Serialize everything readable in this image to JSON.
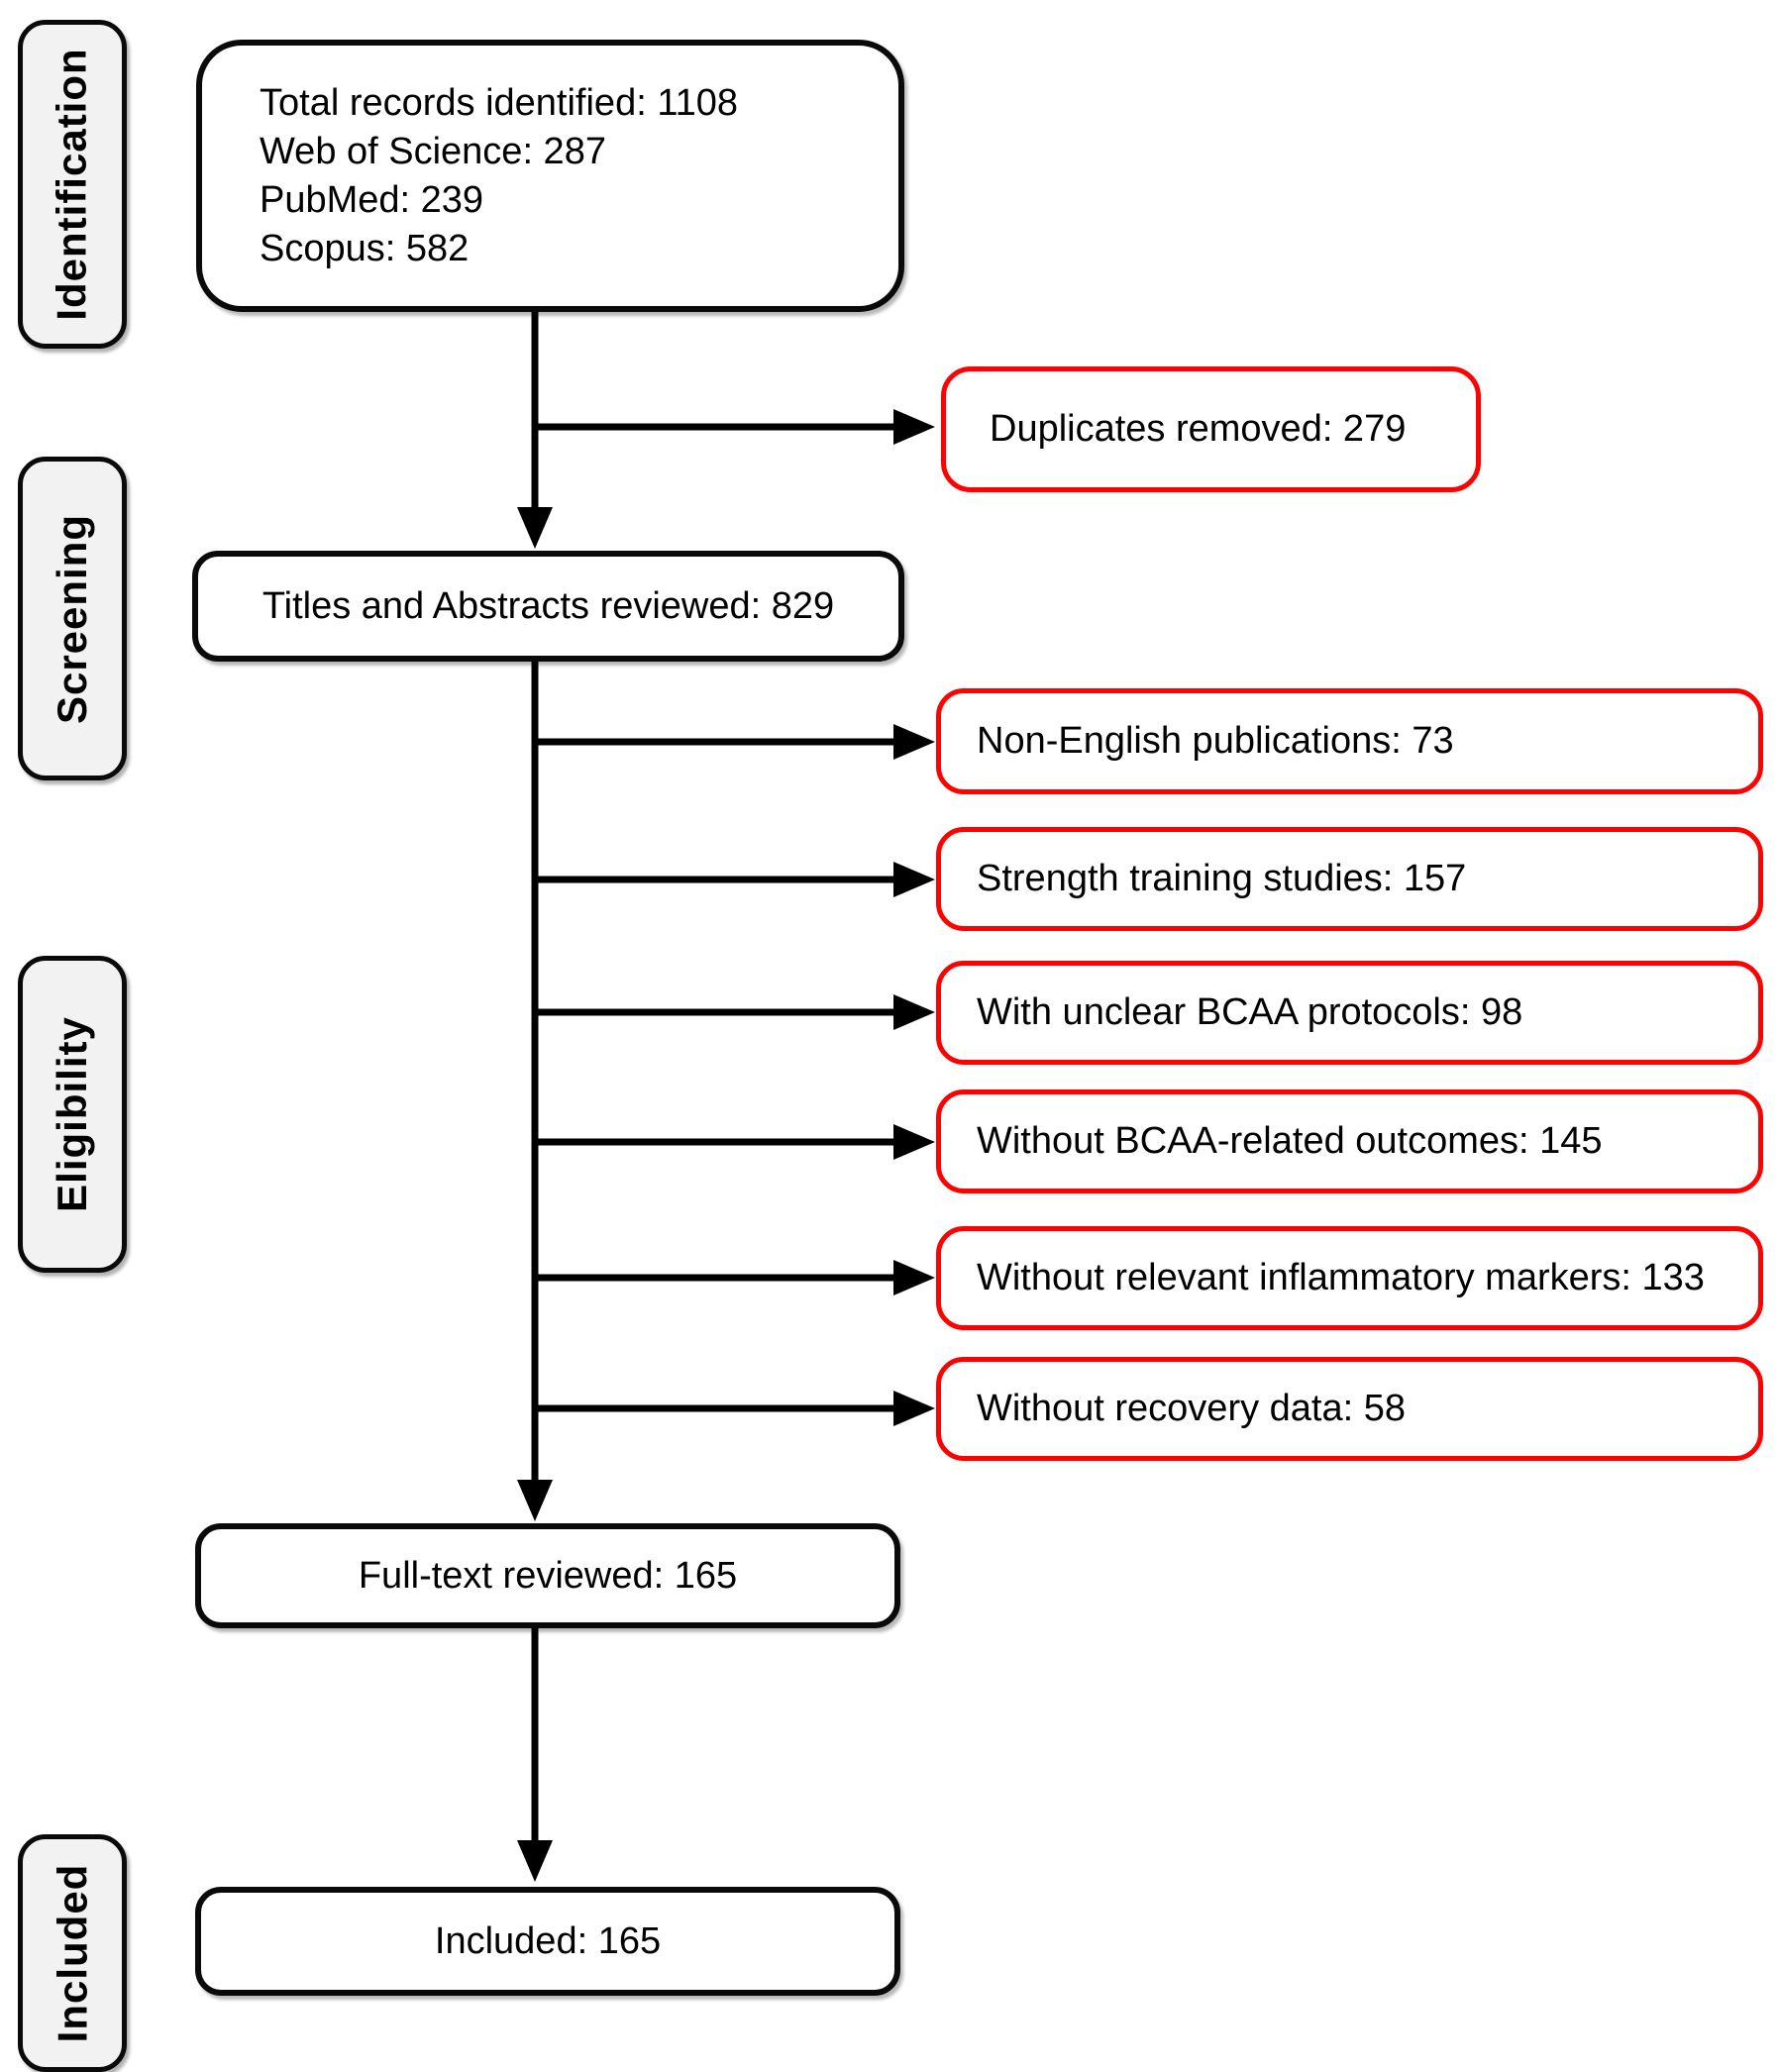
{
  "figure": {
    "type": "prisma-flow-diagram",
    "stages": [
      {
        "label": "Identification"
      },
      {
        "label": "Screening"
      },
      {
        "label": "Eligibility"
      },
      {
        "label": "Included"
      }
    ],
    "flow_boxes": {
      "records": {
        "lines": [
          "Total records identified: 1108",
          "Web of Science: 287",
          "PubMed: 239",
          "Scopus: 582"
        ]
      },
      "screened": {
        "text": "Titles and Abstracts reviewed: 829"
      },
      "fulltext": {
        "text": "Full-text reviewed: 165"
      },
      "included": {
        "text": "Included: 165"
      }
    },
    "exclusion_boxes": [
      {
        "text": "Duplicates removed: 279"
      },
      {
        "text": "Non-English publications: 73"
      },
      {
        "text": "Strength training studies: 157"
      },
      {
        "text": "With unclear BCAA protocols: 98"
      },
      {
        "text": "Without BCAA-related outcomes: 145"
      },
      {
        "text": "Without relevant inflammatory markers: 133"
      },
      {
        "text": "Without recovery data: 58"
      }
    ],
    "colors": {
      "flow_box_border": "#000000",
      "exclusion_box_border": "#fe0101",
      "stage_label_fill": "#f2f2f2",
      "background": "#ffffff",
      "text": "#000000"
    }
  }
}
